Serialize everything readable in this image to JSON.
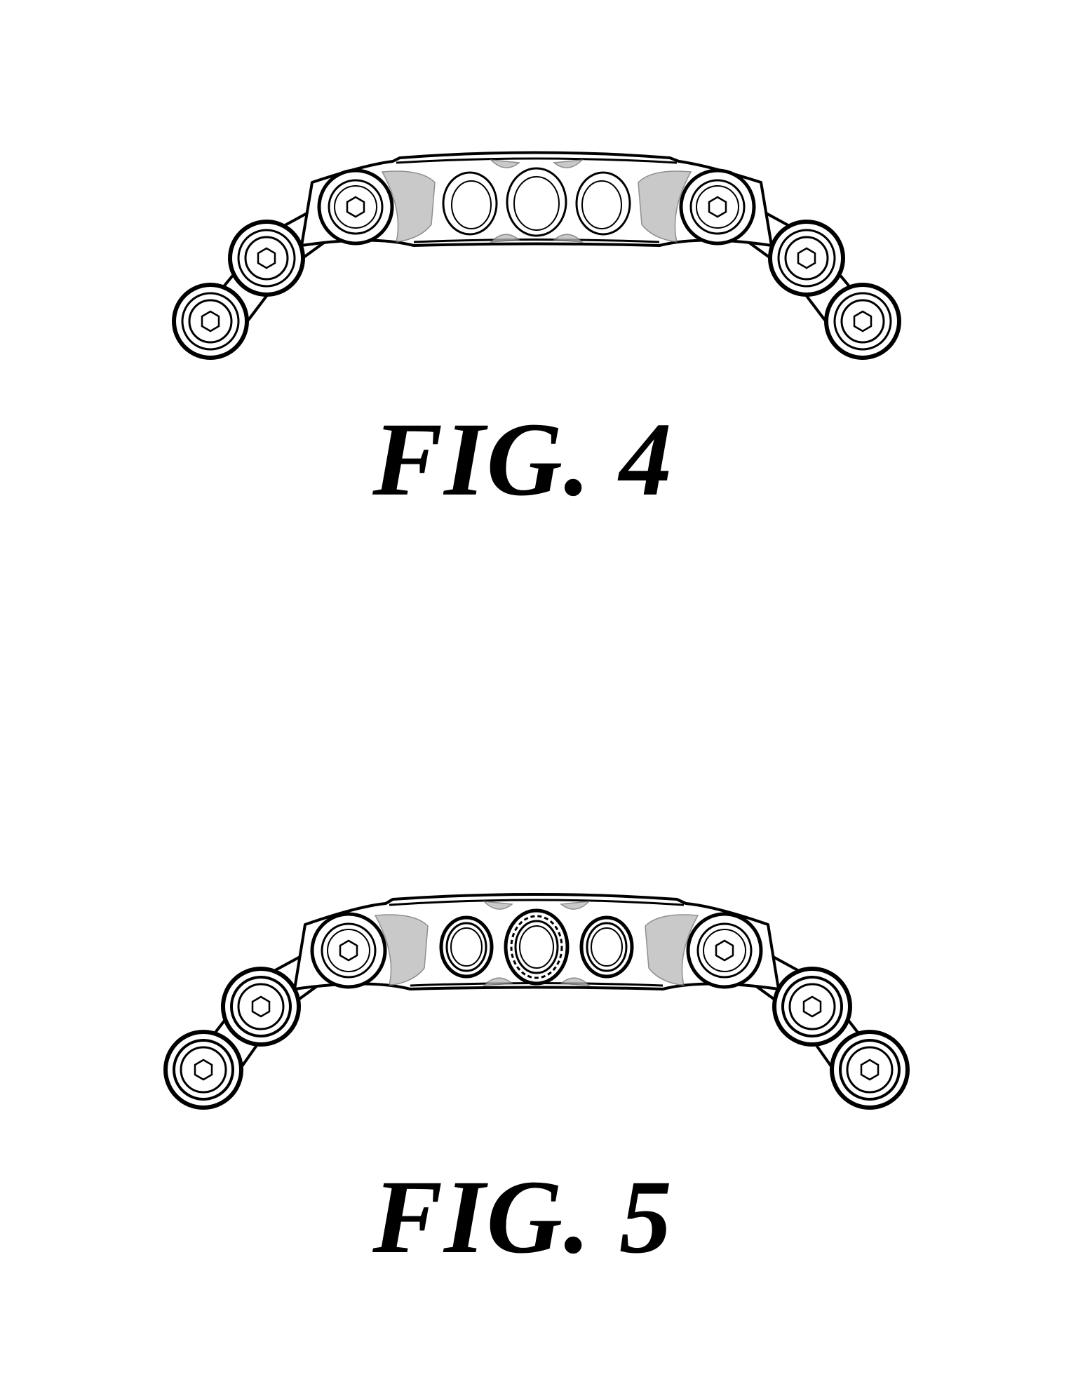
{
  "figures": [
    {
      "id": "fig4",
      "label": "FIG. 4",
      "center_openings": "three-round-bores"
    },
    {
      "id": "fig5",
      "label": "FIG. 5",
      "center_openings": "three-ringed-bores-with-threaded-center"
    }
  ],
  "colors": {
    "ink": "#000000",
    "paper": "#ffffff",
    "shading": "#9a9a9a"
  }
}
